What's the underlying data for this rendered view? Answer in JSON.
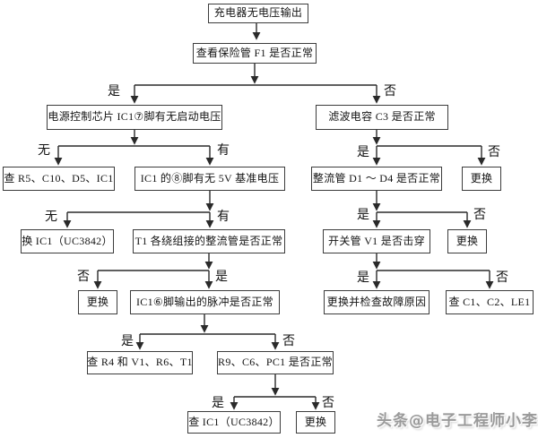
{
  "diagram_type": "flowchart",
  "nodes": {
    "b1": "充电器无电压输出",
    "b2": "查看保险管 F1 是否正常",
    "b3": "电源控制芯片 IC1⑦脚有无启动电压",
    "b4": "滤波电容 C3 是否正常",
    "b5": "查 R5、C10、D5、IC1",
    "b6": "IC1 的⑧脚有无 5V 基准电压",
    "b7": "整流管 D1 ～ D4 是否正常",
    "b8": "更换",
    "b9": "换 IC1（UC3842）",
    "b10": "T1 各绕组接的整流管是否正常",
    "b11": "开关管 V1 是否击穿",
    "b12": "更换",
    "b13": "更换",
    "b14": "IC1⑥脚输出的脉冲是否正常",
    "b15": "更换并检查故障原因",
    "b16": "查 C1、C2、LE1",
    "b17": "查 R4 和 V1、R6、T1",
    "b18": "R9、C6、PC1 是否正常",
    "b19": "查 IC1（UC3842）",
    "b20": "更换"
  },
  "labels": {
    "yes": "是",
    "no": "否",
    "none": "无",
    "has": "有"
  },
  "watermark": "头条@电子工程师小李",
  "colors": {
    "line": "#2a2a2a",
    "box_border": "#3c3c3c",
    "text": "#141414",
    "watermark_text": "#9a9a9a",
    "background": "#ffffff"
  }
}
